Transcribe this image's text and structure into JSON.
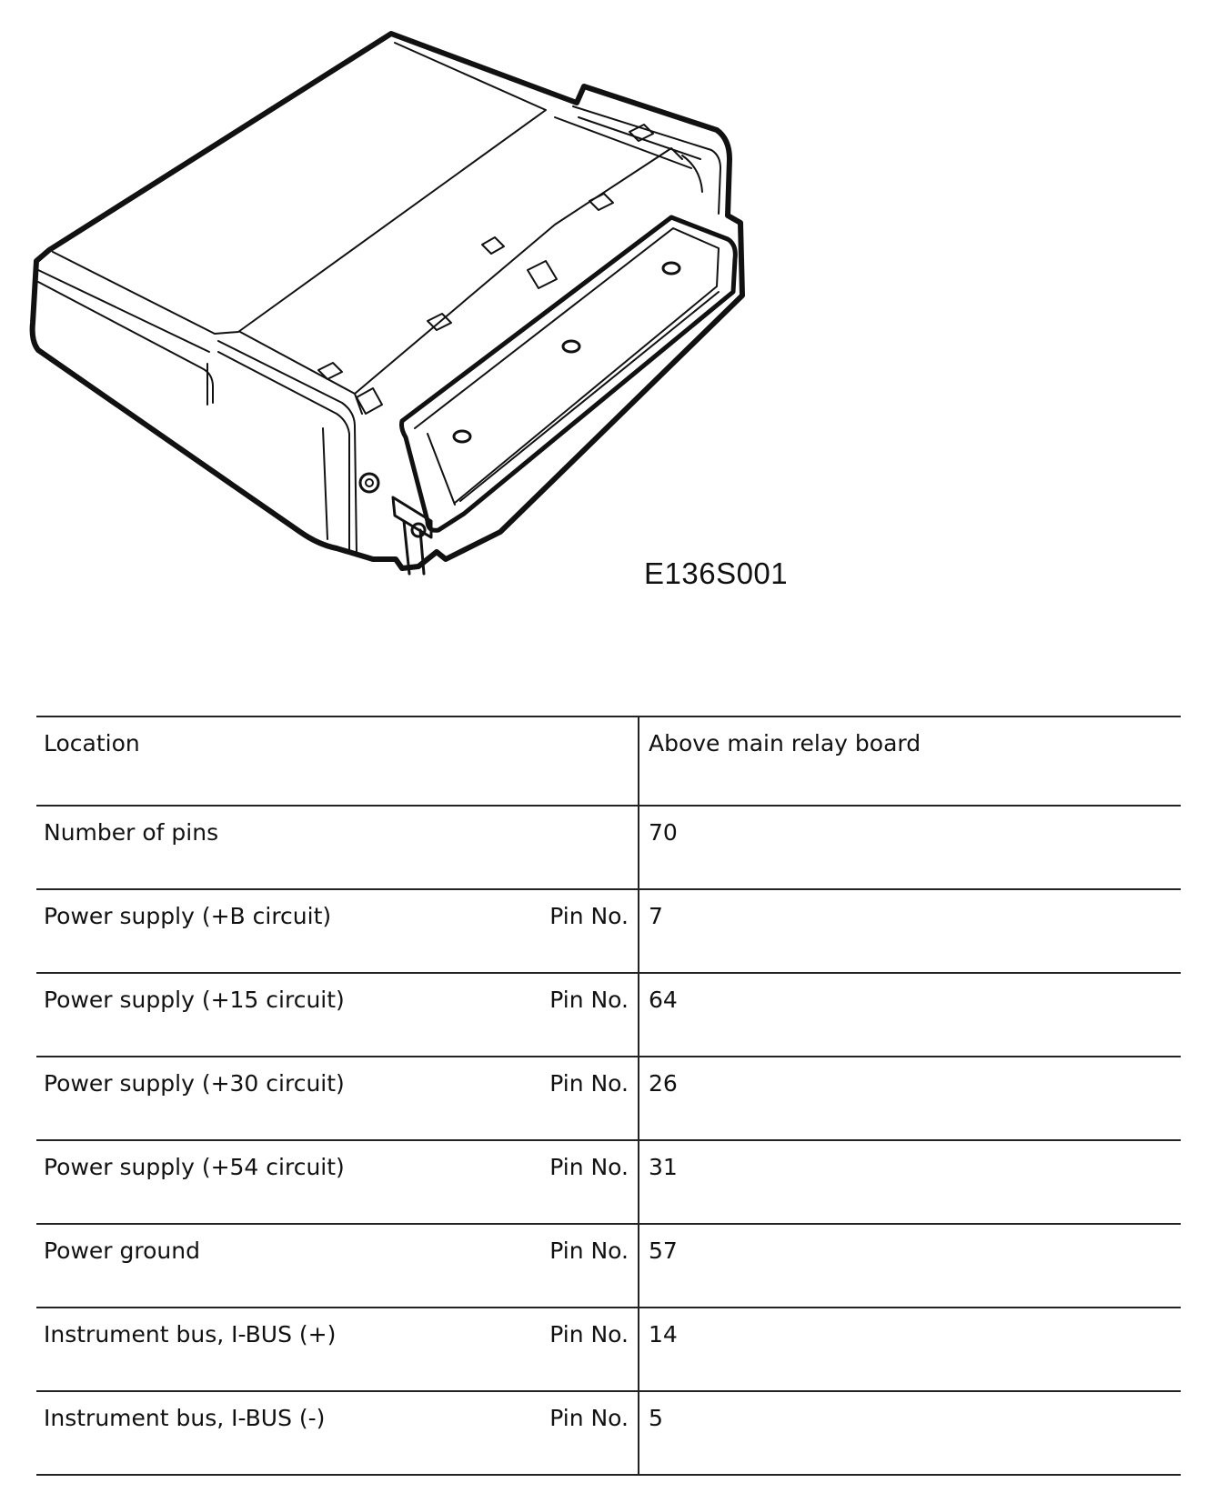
{
  "figure": {
    "code": "E136S001"
  },
  "table": {
    "rows": [
      {
        "label": "Location",
        "pin_label": "",
        "value": "Above main relay board"
      },
      {
        "label": "Number of pins",
        "pin_label": "",
        "value": "70"
      },
      {
        "label": "Power supply (+B circuit)",
        "pin_label": "Pin No.",
        "value": "7"
      },
      {
        "label": "Power supply (+15 circuit)",
        "pin_label": "Pin No.",
        "value": "64"
      },
      {
        "label": "Power supply (+30 circuit)",
        "pin_label": "Pin No.",
        "value": "26"
      },
      {
        "label": "Power supply (+54 circuit)",
        "pin_label": "Pin No.",
        "value": "31"
      },
      {
        "label": "Power ground",
        "pin_label": "Pin No.",
        "value": "57"
      },
      {
        "label": "Instrument bus, I-BUS (+)",
        "pin_label": "Pin No.",
        "value": "14"
      },
      {
        "label": "Instrument bus, I-BUS (-)",
        "pin_label": "Pin No.",
        "value": "5"
      }
    ]
  }
}
